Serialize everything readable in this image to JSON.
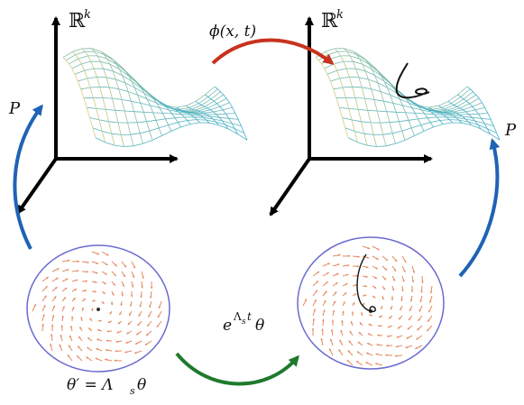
{
  "labels": {
    "space_left_sup": "k",
    "space_right_sup": "k",
    "flow_map": "ϕ(x, t)",
    "projection_left": "P",
    "projection_right": "P",
    "linear_flow_base": "e",
    "linear_flow_exp": "Λ",
    "linear_flow_exp_sub": "s",
    "linear_flow_exp_t": "t",
    "linear_flow_var": "θ",
    "linear_map": "θ′ = Λ",
    "linear_map_sub": "s",
    "linear_map_var": "θ"
  },
  "colors": {
    "axes": "#000000",
    "flow_arrow": "#c8321e",
    "projection_arrow": "#1f63b4",
    "linear_arrow": "#1e7a2c",
    "disk_border": "#6a6ad0",
    "vector_arrow": "#e48a5e",
    "surface_warm": "#d9cc7a",
    "surface_cool": "#3fb0cf",
    "trajectory": "#111111"
  },
  "icons": {
    "blackboard_R": "double-struck-R-icon"
  }
}
